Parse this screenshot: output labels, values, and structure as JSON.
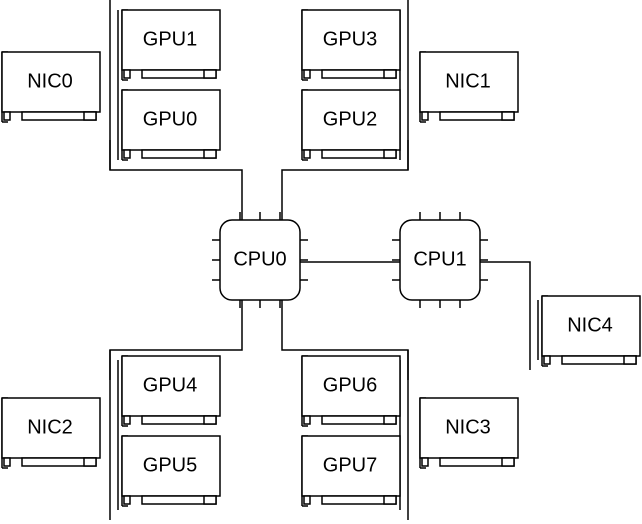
{
  "diagram": {
    "stroke_color": "#000000",
    "fill_color": "#ffffff",
    "cpus": [
      {
        "id": "cpu0",
        "label": "CPU0"
      },
      {
        "id": "cpu1",
        "label": "CPU1"
      }
    ],
    "cards": [
      {
        "id": "gpu1",
        "label": "GPU1",
        "kind": "gpu"
      },
      {
        "id": "gpu0",
        "label": "GPU0",
        "kind": "gpu"
      },
      {
        "id": "gpu3",
        "label": "GPU3",
        "kind": "gpu"
      },
      {
        "id": "gpu2",
        "label": "GPU2",
        "kind": "gpu"
      },
      {
        "id": "gpu4",
        "label": "GPU4",
        "kind": "gpu"
      },
      {
        "id": "gpu5",
        "label": "GPU5",
        "kind": "gpu"
      },
      {
        "id": "gpu6",
        "label": "GPU6",
        "kind": "gpu"
      },
      {
        "id": "gpu7",
        "label": "GPU7",
        "kind": "gpu"
      },
      {
        "id": "nic0",
        "label": "NIC0",
        "kind": "nic"
      },
      {
        "id": "nic1",
        "label": "NIC1",
        "kind": "nic"
      },
      {
        "id": "nic2",
        "label": "NIC2",
        "kind": "nic"
      },
      {
        "id": "nic3",
        "label": "NIC3",
        "kind": "nic"
      },
      {
        "id": "nic4",
        "label": "NIC4",
        "kind": "nic"
      }
    ]
  }
}
